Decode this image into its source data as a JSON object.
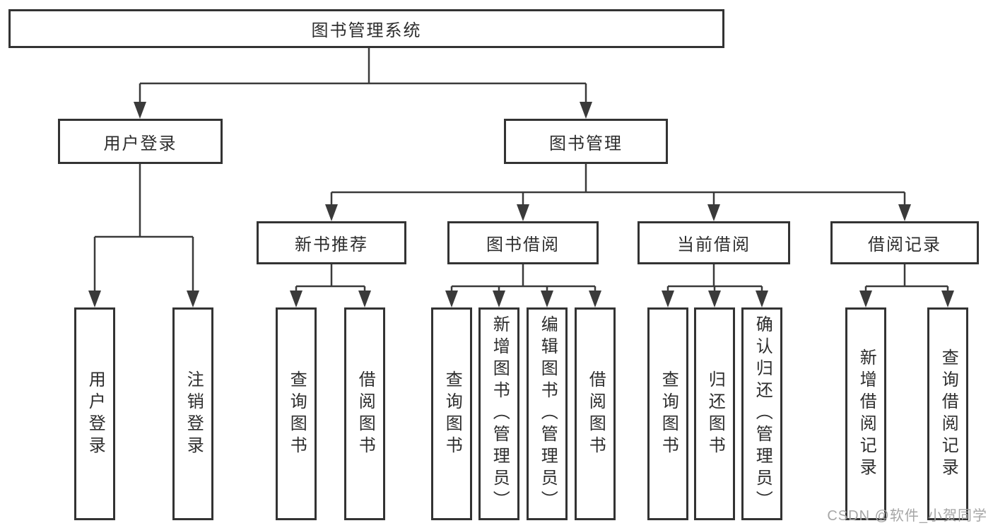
{
  "diagram": {
    "tree": {
      "label": "图书管理系统",
      "children": [
        {
          "label": "用户登录",
          "children": [
            {
              "label": "用户登录"
            },
            {
              "label": "注销登录"
            }
          ]
        },
        {
          "label": "图书管理",
          "children": [
            {
              "label": "新书推荐",
              "children": [
                {
                  "label": "查询图书"
                },
                {
                  "label": "借阅图书"
                }
              ]
            },
            {
              "label": "图书借阅",
              "children": [
                {
                  "label": "查询图书"
                },
                {
                  "label": "新增图书（管理员）"
                },
                {
                  "label": "编辑图书（管理员）"
                },
                {
                  "label": "借阅图书"
                }
              ]
            },
            {
              "label": "当前借阅",
              "children": [
                {
                  "label": "查询图书"
                },
                {
                  "label": "归还图书"
                },
                {
                  "label": "确认归还（管理员）"
                }
              ]
            },
            {
              "label": "借阅记录",
              "children": [
                {
                  "label": "新增借阅记录"
                },
                {
                  "label": "查询借阅记录"
                }
              ]
            }
          ]
        }
      ]
    }
  },
  "watermark": {
    "text": "CSDN @软件_小贺同学"
  },
  "colors": {
    "line": "#3a3a3a",
    "box_border": "#333333",
    "text": "#2d2d2d",
    "watermark": "#a6a6a6",
    "background": "#ffffff"
  }
}
